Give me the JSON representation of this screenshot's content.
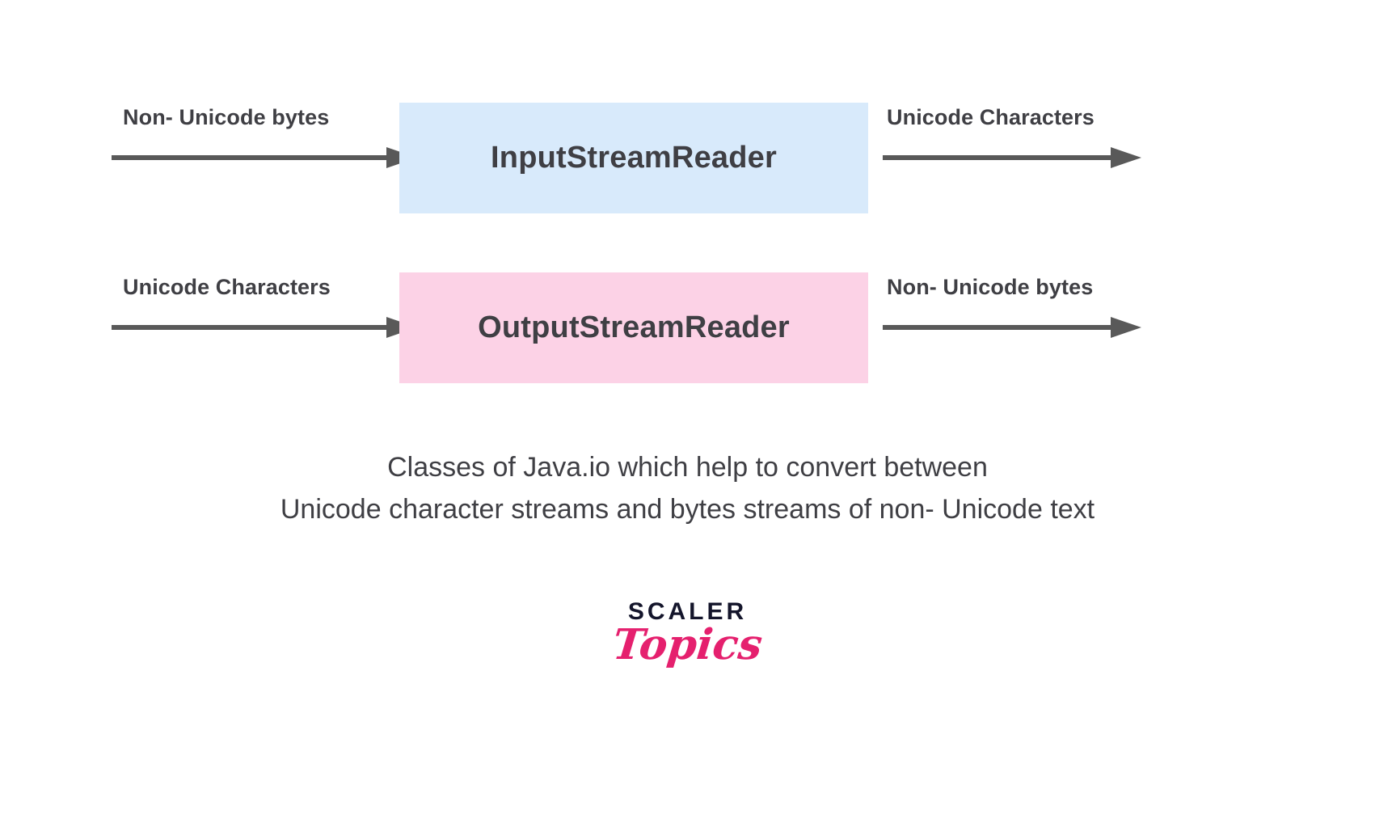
{
  "page": {
    "background": "#ffffff",
    "text_color": "#3f3f44",
    "arrow_color": "#595959"
  },
  "diagram": {
    "rows": [
      {
        "input_label": "Non- Unicode bytes",
        "box_label": "InputStreamReader",
        "box_color": "#d8eafb",
        "output_label": "Unicode Characters"
      },
      {
        "input_label": "Unicode Characters",
        "box_label": "OutputStreamReader",
        "box_color": "#fcd2e6",
        "output_label": "Non- Unicode bytes"
      }
    ]
  },
  "caption": {
    "line1": "Classes of Java.io which help to convert between",
    "line2": "Unicode character streams and bytes streams of non- Unicode text"
  },
  "logo": {
    "top": "SCALER",
    "bottom": "Topics",
    "top_color": "#14152b",
    "bottom_color": "#e5206e"
  }
}
